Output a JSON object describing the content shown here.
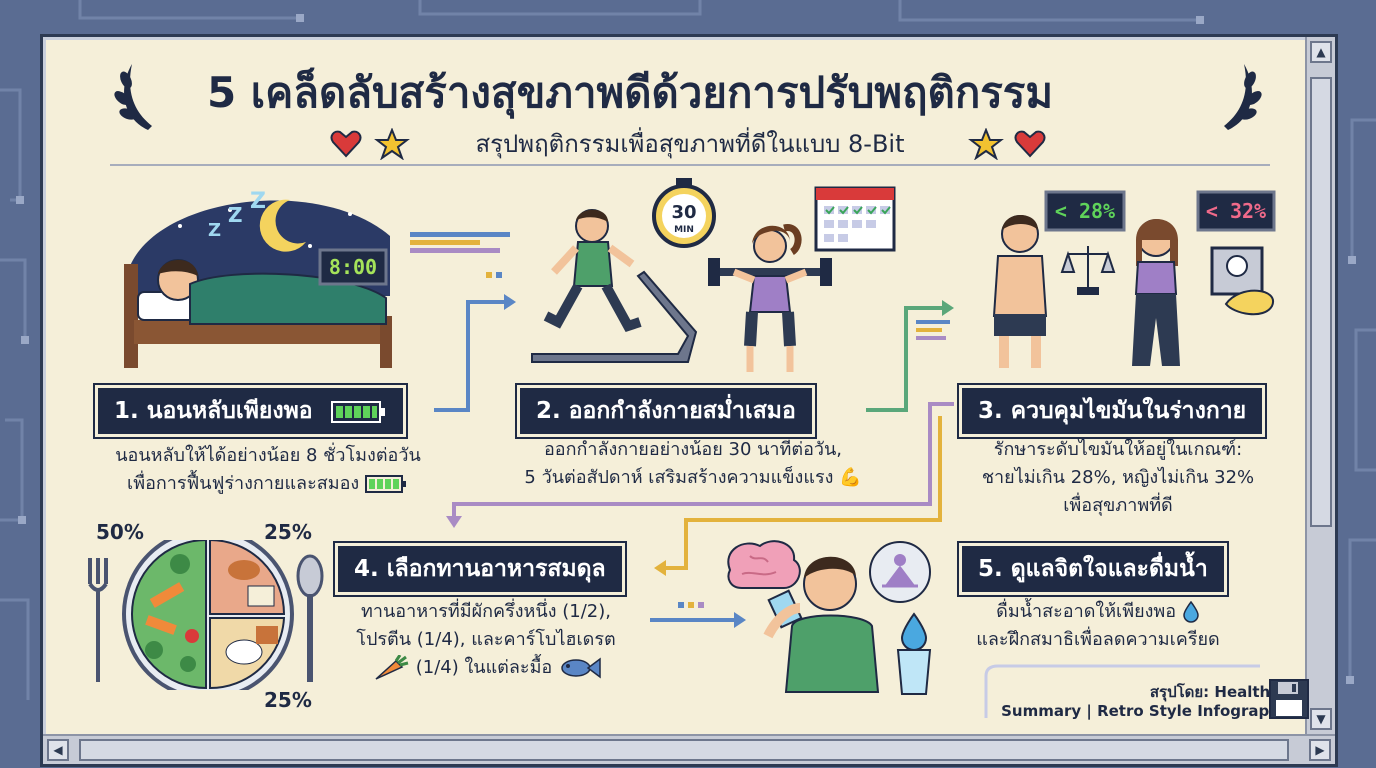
{
  "title": "5 เคล็ดลับสร้างสุขภาพดีด้วยการปรับพฤติกรรม",
  "subtitle": "สรุปพฤติกรรมเพื่อสุขภาพที่ดีในแบบ 8-Bit",
  "tips": [
    {
      "label": "1. นอนหลับเพียงพอ",
      "desc_lines": [
        "นอนหลับให้ได้อย่างน้อย 8 ชั่วโมงต่อวัน",
        "เพื่อการฟื้นฟูร่างกายและสมอง"
      ],
      "clock": "8:00"
    },
    {
      "label": "2. ออกกำลังกายสม่ำเสมอ",
      "desc_lines": [
        "ออกกำลังกายอย่างน้อย 30 นาทีต่อวัน,",
        "5 วันต่อสัปดาห์ เสริมสร้างความแข็งแรง"
      ],
      "timer_value": "30",
      "timer_unit": "MIN"
    },
    {
      "label": "3. ควบคุมไขมันในร่างกาย",
      "desc_lines": [
        "รักษาระดับไขมันให้อยู่ในเกณฑ์:",
        "ชายไม่เกิน 28%, หญิงไม่เกิน 32%",
        "เพื่อสุขภาพที่ดี"
      ],
      "male_readout": "< 28%",
      "female_readout": "< 32%"
    },
    {
      "label": "4. เลือกทานอาหารสมดุล",
      "desc_lines": [
        "ทานอาหารที่มีผักครึ่งหนึ่ง (1/2),",
        "โปรตีน (1/4), และคาร์โบไฮเดรต",
        "(1/4) ในแต่ละมื้อ"
      ],
      "plate_pct_veg": "50%",
      "plate_pct_protein": "25%",
      "plate_pct_carb": "25%"
    },
    {
      "label": "5. ดูแลจิตใจและดื่มน้ำ",
      "desc_lines": [
        "ดื่มน้ำสะอาดให้เพียงพอ",
        "และฝึกสมาธิเพื่อลดความเครียด"
      ]
    }
  ],
  "credit": {
    "line1": "สรุปโดย: HealthBit",
    "line2": "Summary | Retro Style Infographic"
  },
  "colors": {
    "background": "#5a6c92",
    "panel": "#f5efd9",
    "navy": "#1f2a44",
    "arrow_blue": "#5a86c5",
    "arrow_green": "#5aa77a",
    "arrow_purple": "#a98bc4",
    "arrow_gold": "#e3b23c"
  },
  "icons": [
    "heart-icon",
    "star-icon",
    "battery-icon",
    "flexed-arm-icon",
    "water-drop-icon",
    "carrot-icon",
    "fish-icon",
    "floppy-disk-icon",
    "laurel-icon"
  ]
}
